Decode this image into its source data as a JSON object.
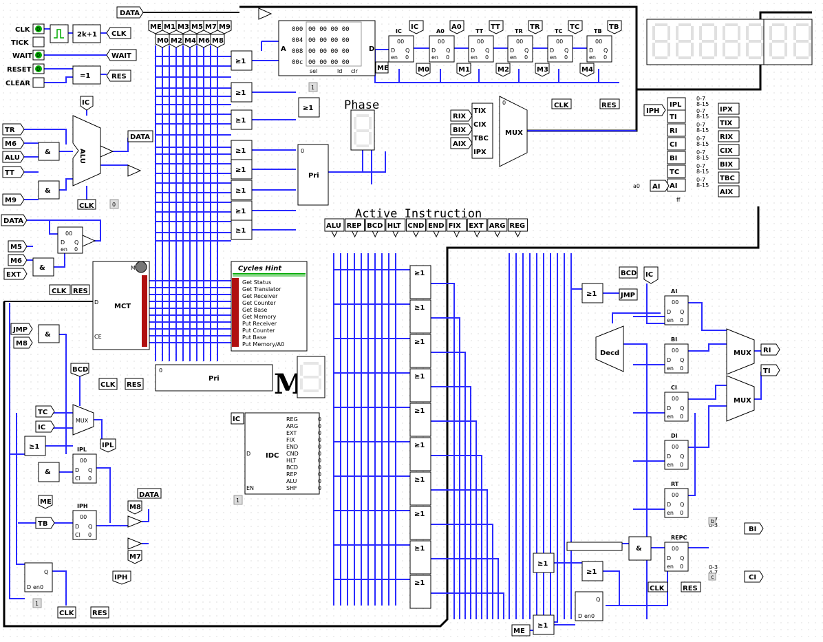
{
  "top_title_phase": "Phase",
  "active_instruction_title": "Active Instruction",
  "m_display_label": "M",
  "left_inputs": [
    {
      "label": "CLK",
      "pin": "0"
    },
    {
      "label": "TICK",
      "pin": ""
    },
    {
      "label": "WAIT",
      "pin": "0"
    },
    {
      "label": "RESET",
      "pin": "0"
    },
    {
      "label": "CLEAR",
      "pin": ""
    }
  ],
  "counter_label": "2k+1",
  "eq_label": "=1",
  "tunnels_top_left": [
    "CLK",
    "WAIT",
    "RES"
  ],
  "data_tunnel": "DATA",
  "m_tunnels_top": [
    "ME",
    "M1",
    "M3",
    "M5",
    "M7",
    "M9"
  ],
  "m_tunnels_bottom": [
    "M0",
    "M2",
    "M4",
    "M6",
    "M8"
  ],
  "alu_label": "ALU",
  "alu_inputs": [
    "TR",
    "M6",
    "ALU",
    "TT",
    "M9"
  ],
  "ic_label": "IC",
  "mem_addresses": [
    "000",
    "004",
    "008",
    "00c"
  ],
  "mem_cells": [
    "00 00 00 00",
    "00 00 00 00",
    "00 00 00 00",
    "00 00 00 00"
  ],
  "mem_ports": [
    "A",
    "D",
    "sel",
    "ld",
    "clr"
  ],
  "register_names": [
    "IC",
    "A0",
    "TT",
    "TR",
    "TC",
    "TB"
  ],
  "register_value": "00",
  "register_pins": [
    "D",
    "Q",
    "en",
    "0"
  ],
  "reg_tunnels_top": [
    "IC",
    "A0",
    "TT",
    "TR",
    "TC",
    "TB"
  ],
  "reg_tunnels_bottom": [
    "M0",
    "M1",
    "M2",
    "M3",
    "M4"
  ],
  "mux_label": "MUX",
  "mux_inputs_left": [
    "RIX",
    "BIX",
    "AIX"
  ],
  "mux_inputs_box": [
    "TIX",
    "CIX",
    "TBC",
    "IPX"
  ],
  "clk_tunnel": "CLK",
  "res_tunnel": "RES",
  "ip_labels_left": [
    "IPH",
    "IPL",
    "TI",
    "RI",
    "CI",
    "BI",
    "TC",
    "AI"
  ],
  "ip_labels_right": [
    "IPX",
    "TIX",
    "RIX",
    "CIX",
    "BIX",
    "TBC",
    "AIX"
  ],
  "split_labels": [
    "0-7",
    "8-15"
  ],
  "a0_label": "a0",
  "ff_label": "ff",
  "ai_tunnel": "AI",
  "ige_label": "≥1",
  "and_label": "&",
  "pri_label": "Pri",
  "mct_label": "MCT",
  "mct_ports": [
    "D",
    "CE",
    "Menu"
  ],
  "cycles_title": "Cycles Hint",
  "cycles_hint": [
    "Get Status",
    "Get Translator",
    "Get Receiver",
    "Get Counter",
    "Get Base",
    "Get Memory",
    "Put Receiver",
    "Put Counter",
    "Put Base",
    "Put Memory/A0"
  ],
  "instr_tunnels": [
    "ALU",
    "REP",
    "BCD",
    "HLT",
    "CND",
    "END",
    "FIX",
    "EXT",
    "ARG",
    "REG"
  ],
  "idc_label": "IDC",
  "idc_outputs": [
    "REG",
    "ARG",
    "EXT",
    "FIX",
    "END",
    "CND",
    "HLT",
    "BCD",
    "REP",
    "ALU",
    "SHF"
  ],
  "idc_ports": [
    "D",
    "EN"
  ],
  "right_regs": [
    "AI",
    "BI",
    "CI",
    "DI",
    "RT",
    "REPC"
  ],
  "decd_label": "Decd",
  "right_outputs": [
    "RI",
    "TI"
  ],
  "right_tunnels": [
    "BCD",
    "JMP",
    "IC",
    "CLK",
    "RES",
    "ME"
  ],
  "b_label": "b",
  "c_label": "c",
  "bi_tunnel": "BI",
  "ci_tunnel": "CI",
  "ipl_label": "IPL",
  "iph_label": "IPH",
  "left_bottom_tunnels": [
    "JMP",
    "M8",
    "BCD",
    "TC",
    "IC",
    "ME",
    "TB",
    "M8",
    "M7",
    "DATA",
    "IPL",
    "IPH",
    "CLK",
    "RES"
  ],
  "data_mid_inputs": [
    "DATA",
    "M5",
    "M6",
    "EXT"
  ],
  "const_one": "1",
  "const_zero": "0",
  "const_zero_small": "0"
}
